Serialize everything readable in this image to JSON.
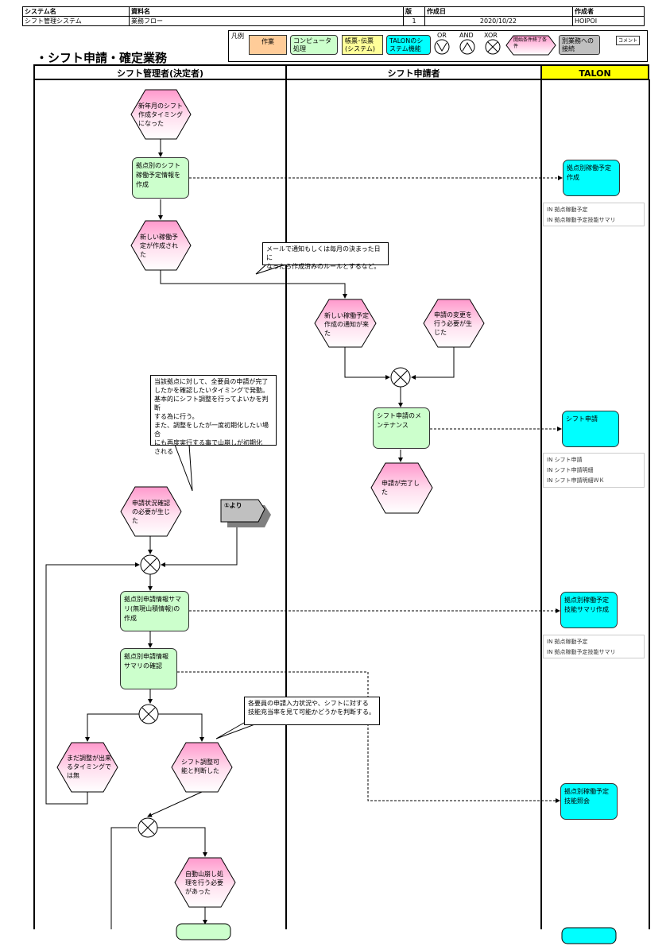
{
  "header": {
    "col1_label": "システム名",
    "col2_label": "資料名",
    "col3_label": "版",
    "col4_label": "作成日",
    "col5_label": "作成者",
    "col1_value": "シフト管理システム",
    "col2_value": "業務フロー",
    "col3_value": "1",
    "col4_value": "2020/10/22",
    "col5_value": "HOIPOI"
  },
  "page_title": "・シフト申請・確定業務",
  "legend": {
    "label": "凡例",
    "task": "作業",
    "computer": "コンピュータ処理",
    "document": "帳票･伝票(システム)",
    "talon": "TALONのシステム機能",
    "or": "OR",
    "and": "AND",
    "xor": "XOR",
    "startend": "開始条件終了条件",
    "other": "別業務への接続",
    "comment": "コメント"
  },
  "lanes": {
    "manager": "シフト管理者(決定者)",
    "applicant": "シフト申請者",
    "talon": "TALON"
  },
  "nodes": {
    "ev_new_month": "新年月のシフト作成タイミングになった",
    "task_create_plan": "拠点別のシフト稼働予定情報を作成",
    "ev_plan_created": "新しい稼働予定が作成された",
    "ev_notify": "新しい稼働予定作成の通知が来た",
    "ev_change": "申請の変更を行う必要が生じた",
    "task_maintain": "シフト申請のメンテナンス",
    "ev_done": "申請が完了した",
    "ev_need_check": "申請状況確認の必要が生じた",
    "connector": "①より",
    "task_summary": "拠点別申請情報サマリ(無現山積情報)の作成",
    "task_confirm": "拠点別申請情報サマリの確認",
    "ev_not_yet": "まだ調整が出来るタイミングでは無",
    "ev_adjust_ok": "シフト調整可能と判断した",
    "ev_auto": "自動山崩し処理を行う必要があった"
  },
  "talon_nodes": {
    "t1": "拠点別稼働予定作成",
    "t2": "シフト申請",
    "t3": "拠点別稼働予定技能サマリ作成",
    "t4": "拠点別稼働予定技能照会"
  },
  "info": {
    "i1a": "IN 拠点稼動予定",
    "i1b": "IN 拠点稼動予定技能サマリ",
    "i2a": "IN シフト申請",
    "i2b": "IN シフト申請明細",
    "i2c": "IN シフト申請明細ＷＫ",
    "i3a": "IN 拠点稼動予定",
    "i3b": "IN 拠点稼動予定技能サマリ"
  },
  "notes": {
    "n1a": "メールで通知もしくは毎月の決まった日に",
    "n1b": "なったら作成済みのルールとするなど。",
    "n2a": "当該拠点に対して、全要員の申請が完了",
    "n2b": "したかを確認したいタイミングで発動。",
    "n2c": "基本的にシフト調整を行ってよいかを判断",
    "n2d": "する為に行う。",
    "n2e": "また、調整をしたが一度初期化したい場合",
    "n2f": "にも再度実行する事で山崩しが初期化",
    "n2g": "される",
    "n3a": "各要員の申請入力状況や、シフトに対する",
    "n3b": "技能充当率を見て可能かどうかを判断する。"
  },
  "colors": {
    "task": "#ccffcc",
    "talon": "#00ffff",
    "event_top": "#ff99cc",
    "event_bottom": "#ffffff",
    "computer": "#ffcc99",
    "header_yellow": "#ffff00"
  }
}
